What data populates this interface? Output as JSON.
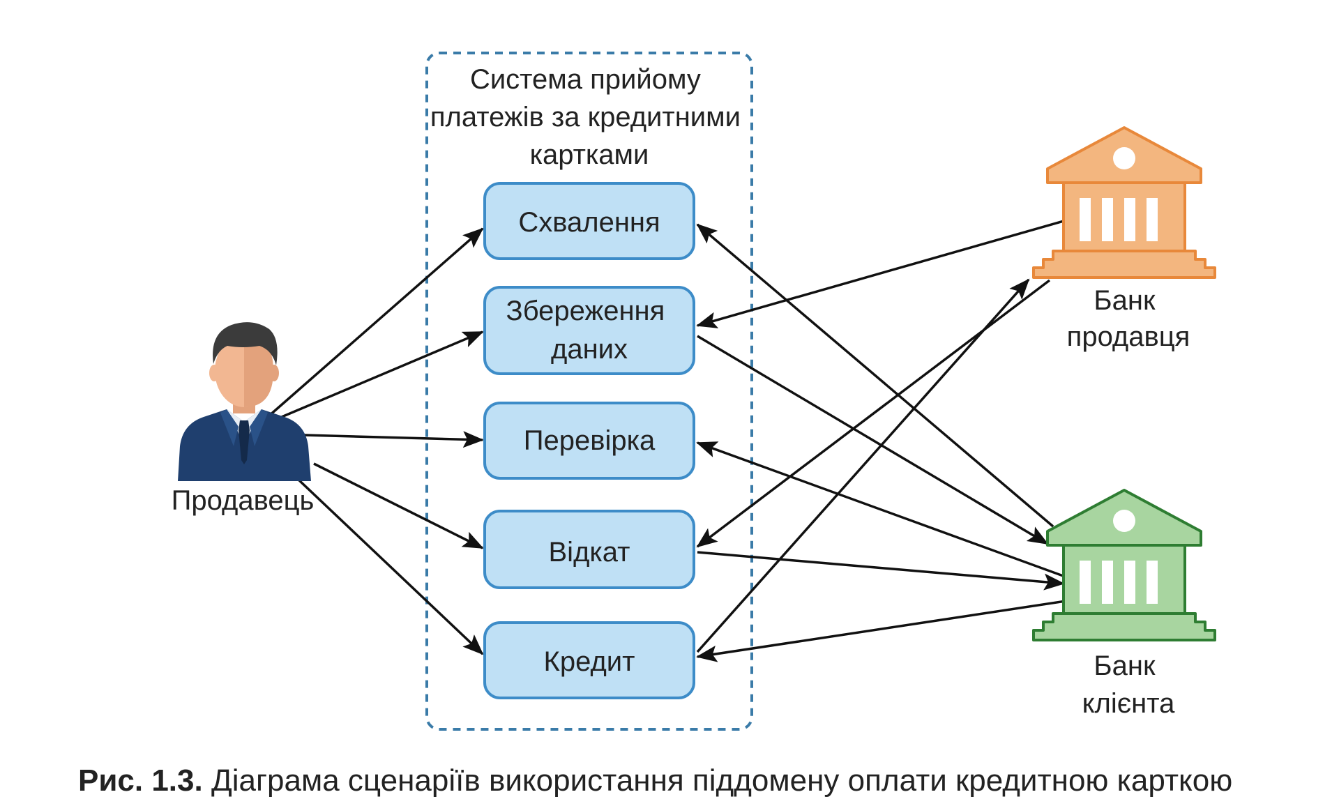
{
  "system": {
    "title_lines": [
      "Система прийому",
      "платежів за кредитними",
      "картками"
    ]
  },
  "use_cases": [
    {
      "id": "uc1",
      "lines": [
        "Схвалення"
      ]
    },
    {
      "id": "uc2",
      "lines": [
        "Збереження",
        "даних"
      ]
    },
    {
      "id": "uc3",
      "lines": [
        "Перевірка"
      ]
    },
    {
      "id": "uc4",
      "lines": [
        "Відкат"
      ]
    },
    {
      "id": "uc5",
      "lines": [
        "Кредит"
      ]
    }
  ],
  "actors": {
    "seller": {
      "label": "Продавець",
      "icon": "person-icon"
    },
    "seller_bank": {
      "lines": [
        "Банк",
        "продавця"
      ],
      "icon": "bank-icon",
      "color": "#F3B67F",
      "stroke": "#E8883A"
    },
    "client_bank": {
      "lines": [
        "Банк",
        "клієнта"
      ],
      "icon": "bank-icon",
      "color": "#A8D5A0",
      "stroke": "#2E7D32"
    }
  },
  "colors": {
    "use_case_fill": "#BFE0F5",
    "use_case_stroke": "#3D8CC8",
    "system_border": "#3A7BA8",
    "arrow": "#111111"
  },
  "caption": {
    "bold": "Рис. 1.3.",
    "text": " Діаграма сценаріїв використання піддомену оплати кредитною карткою"
  }
}
